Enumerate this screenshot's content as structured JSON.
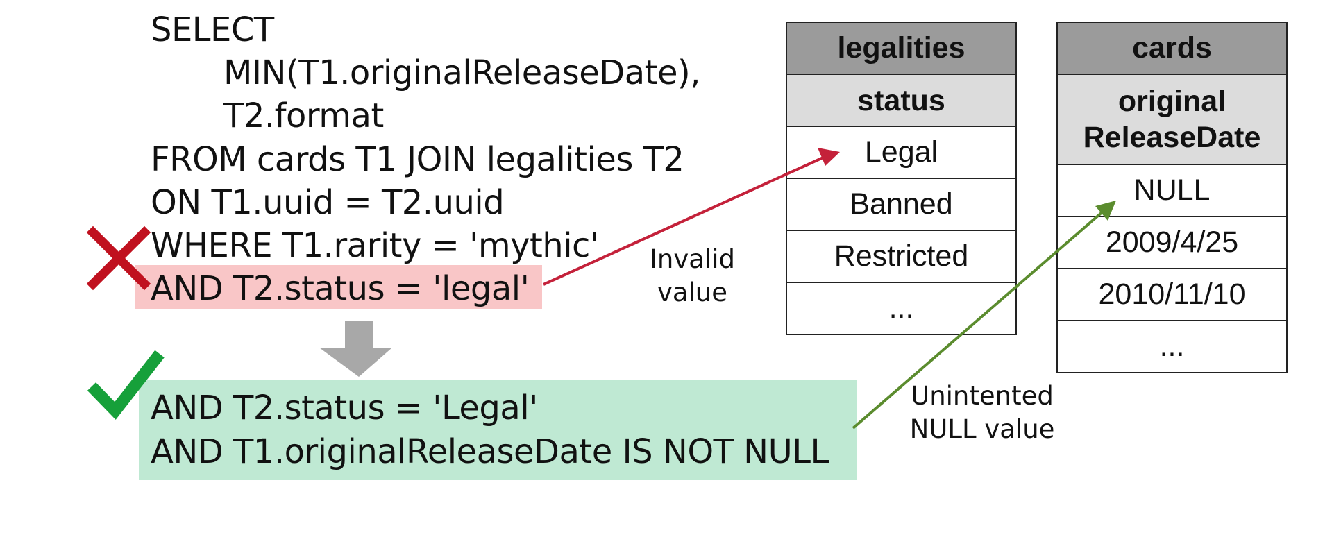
{
  "sql": {
    "lines": [
      "SELECT",
      "MIN(T1.originalReleaseDate),",
      "T2.format",
      "FROM cards T1 JOIN legalities T2",
      "ON T1.uuid = T2.uuid",
      "WHERE T1.rarity = 'mythic'",
      "AND T2.status = 'legal'"
    ],
    "corrected_lines": [
      "AND T2.status = 'Legal'",
      "AND T1.originalReleaseDate IS NOT NULL"
    ]
  },
  "annotations": {
    "invalid_value": "Invalid\nvalue",
    "unintended_null": "Unintented\nNULL value"
  },
  "tables": {
    "legalities": {
      "name": "legalities",
      "column": "status",
      "rows": [
        "Legal",
        "Banned",
        "Restricted",
        "..."
      ]
    },
    "cards": {
      "name": "cards",
      "column": "original\nReleaseDate",
      "rows": [
        "NULL",
        "2009/4/25",
        "2010/11/10",
        "..."
      ]
    }
  },
  "colors": {
    "error_highlight": "#f9c6c7",
    "fix_highlight": "#bfe9d3",
    "cross_mark": "#c0111f",
    "check_mark": "#16a03a",
    "red_arrow": "#c4213a",
    "green_arrow": "#5b8c2e",
    "down_arrow": "#a8a8a8",
    "table_header": "#9b9b9b",
    "column_header": "#dcdcdc"
  },
  "icons": {
    "error_mark": "cross-icon",
    "fix_mark": "checkmark-icon",
    "transition": "down-arrow-icon"
  }
}
